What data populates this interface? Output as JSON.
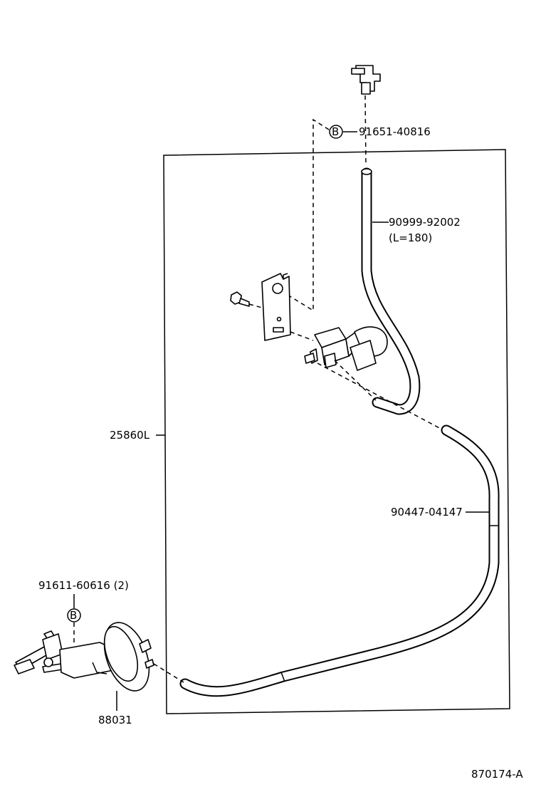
{
  "diagram": {
    "labels": {
      "union": "91651-40816",
      "union_badge": "B",
      "hose_upper": "90999-92002",
      "hose_upper_length": "(L=180)",
      "assembly": "25860L",
      "hose_lower": "90447-04147",
      "bolt": "91611-60616 (2)",
      "bolt_badge": "B",
      "actuator": "88031",
      "figure_code": "870174-A"
    }
  }
}
